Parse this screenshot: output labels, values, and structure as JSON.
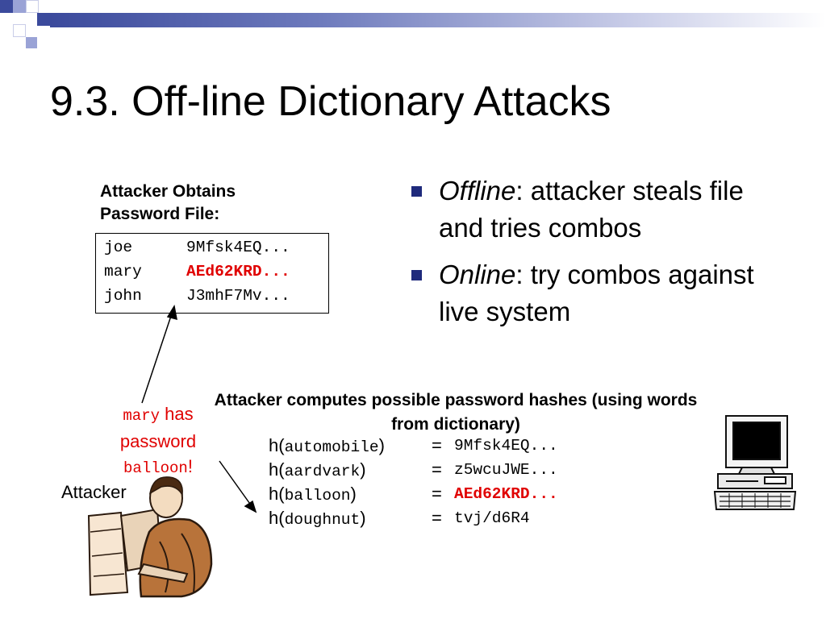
{
  "title": "9.3. Off-line Dictionary Attacks",
  "file_caption": "Attacker Obtains Password File:",
  "password_file": [
    {
      "user": "joe",
      "hash": "9Mfsk4EQ...",
      "highlight": false
    },
    {
      "user": "mary",
      "hash": "AEd62KRD...",
      "highlight": true
    },
    {
      "user": "john",
      "hash": "J3mhF7Mv...",
      "highlight": false
    }
  ],
  "bullets": [
    {
      "term": "Offline",
      "text": ": attacker steals file and tries combos"
    },
    {
      "term": "Online",
      "text": ": try combos against live system"
    }
  ],
  "hash_caption": "Attacker computes possible password hashes (using words from dictionary)",
  "hashes": [
    {
      "prefix": "h(",
      "word": "automobile",
      "suffix": ")",
      "eq": "=",
      "value": "9Mfsk4EQ...",
      "highlight": false
    },
    {
      "prefix": "h(",
      "word": "aardvark",
      "suffix": ")",
      "eq": "=",
      "value": "z5wcuJWE...",
      "highlight": false
    },
    {
      "prefix": "h(",
      "word": "balloon",
      "suffix": ")",
      "eq": "=",
      "value": "AEd62KRD...",
      "highlight": true
    },
    {
      "prefix": "h(",
      "word": "doughnut",
      "suffix": ")",
      "eq": "=",
      "value": "tvj/d6R4",
      "highlight": false
    }
  ],
  "note": {
    "user": "mary",
    "mid": "has password",
    "word": "balloon",
    "end": "!"
  },
  "attacker_label": "Attacker",
  "colors": {
    "accent": "#1f2a7c",
    "highlight": "#e00000"
  },
  "icons": [
    "person-at-computer-icon",
    "desktop-computer-icon"
  ]
}
